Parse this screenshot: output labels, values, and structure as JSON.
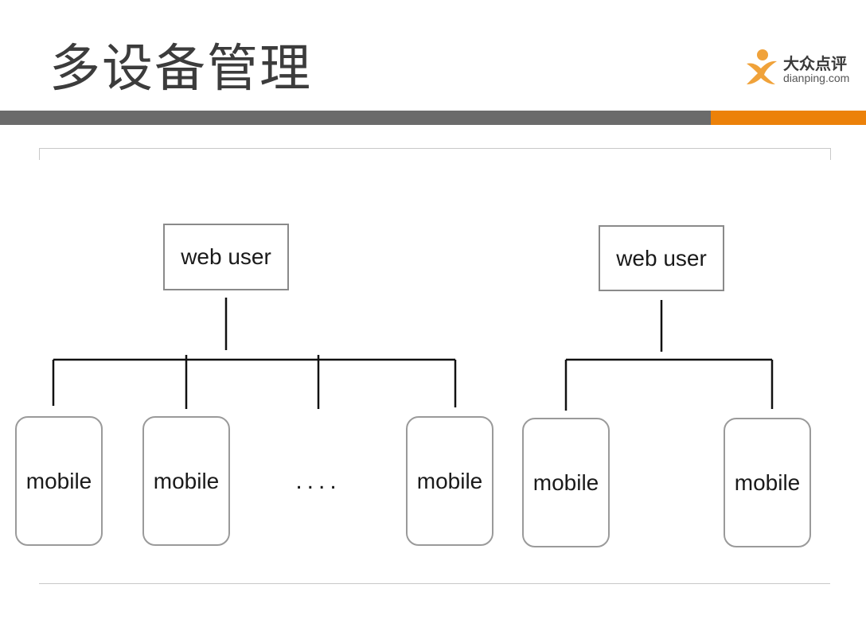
{
  "slide": {
    "title": "多设备管理",
    "logo": {
      "cn_text": "大众点评",
      "en_text": "dianping.com"
    }
  },
  "colors": {
    "accent_orange": "#ec8109",
    "bar_gray": "#6b6b6b",
    "box_border": "#8a8a8a"
  },
  "diagram": {
    "group_left": {
      "root": "web user",
      "children": [
        "mobile",
        "mobile",
        "mobile"
      ],
      "ellipsis": "...."
    },
    "group_right": {
      "root": "web user",
      "children": [
        "mobile",
        "mobile"
      ]
    }
  }
}
